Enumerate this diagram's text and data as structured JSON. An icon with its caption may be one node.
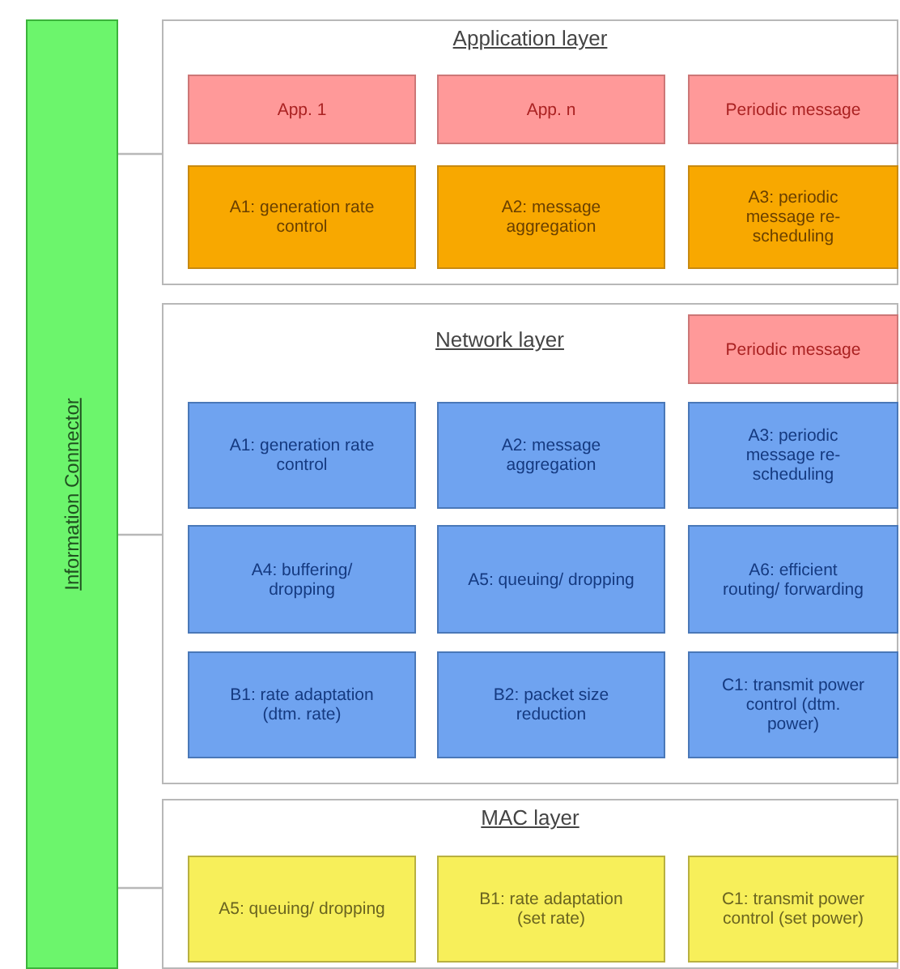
{
  "diagram": {
    "nodes": [
      {
        "text": [
          "Information Connector"
        ]
      },
      {
        "text": [
          "Application layer"
        ]
      },
      {
        "text": [
          "App. 1"
        ],
        "in": 1
      },
      {
        "text": [
          "App. n"
        ],
        "in": 1
      },
      {
        "text": [
          "Periodic message"
        ],
        "in": 1
      },
      {
        "text": [
          "A1: generation rate control"
        ],
        "in": 1
      },
      {
        "text": [
          "A2: message aggregation"
        ],
        "in": 1
      },
      {
        "text": [
          "A3: periodic message re-scheduling"
        ],
        "in": 1
      },
      {
        "text": [
          "Network layer"
        ]
      },
      {
        "text": [
          "Periodic message"
        ],
        "in": 8
      },
      {
        "text": [
          "A1: generation rate control"
        ],
        "in": 8
      },
      {
        "text": [
          "A2: message aggregation"
        ],
        "in": 8
      },
      {
        "text": [
          "A3: periodic message re-scheduling"
        ],
        "in": 8
      },
      {
        "text": [
          "A4: buffering/ dropping"
        ],
        "in": 8
      },
      {
        "text": [
          "A5: queuing/ dropping"
        ],
        "in": 8
      },
      {
        "text": [
          "A6: efficient routing/ forwarding"
        ],
        "in": 8
      },
      {
        "text": [
          "B1: rate adaptation (dtm. rate)"
        ],
        "in": 8
      },
      {
        "text": [
          "B2: packet size reduction"
        ],
        "in": 8
      },
      {
        "text": [
          "C1: transmit power control (dtm. power)"
        ],
        "in": 8
      },
      {
        "text": [
          "MAC layer"
        ]
      },
      {
        "text": [
          "A5: queuing/ dropping"
        ],
        "in": 19
      },
      {
        "text": [
          "B1: rate adaptation (set rate)"
        ],
        "in": 19
      },
      {
        "text": [
          "C1: transmit power control (set power)"
        ],
        "in": 19
      }
    ],
    "edges": [
      {
        "from": 0,
        "to": 1,
        "arrow": "none"
      },
      {
        "from": 0,
        "to": 8,
        "arrow": "none"
      },
      {
        "from": 0,
        "to": 19,
        "arrow": "none"
      }
    ]
  }
}
